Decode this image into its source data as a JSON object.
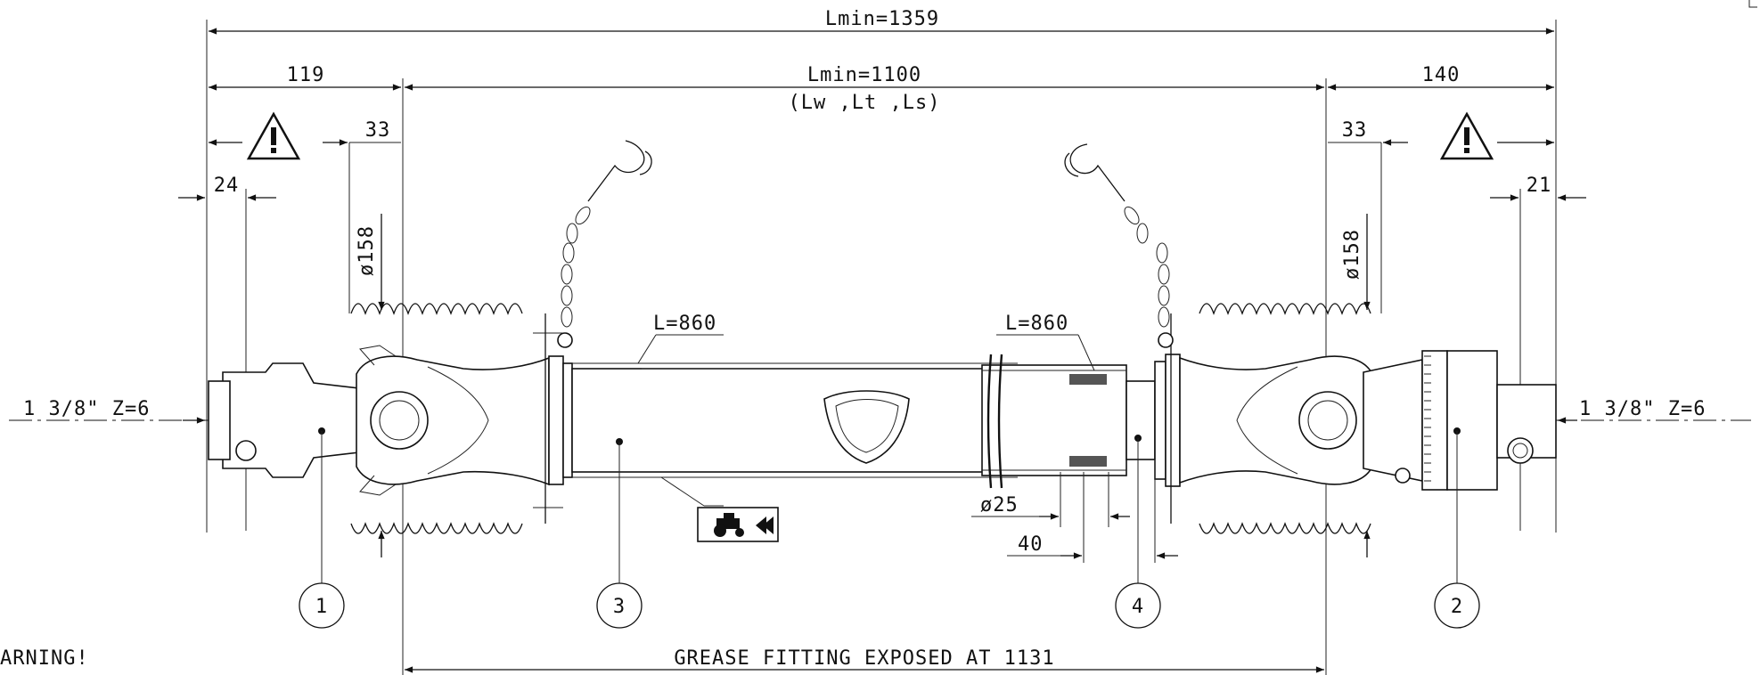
{
  "dimensions": {
    "overall_length": "Lmin=1359",
    "tube_length": "Lmin=1100",
    "tube_length_note": "(Lw ,Lt ,Ls)",
    "left_end": "119",
    "right_end": "140",
    "left_shield": "33",
    "right_shield": "33",
    "left_offset": "24",
    "right_offset": "21",
    "left_guard_diameter": "ø158",
    "right_guard_diameter": "ø158",
    "left_profile_length": "L=860",
    "right_profile_length": "L=860",
    "inner_diameter": "ø25",
    "bushing_length": "40"
  },
  "shafts": {
    "left_spec": "1 3/8\" Z=6",
    "right_spec": "1 3/8\" Z=6"
  },
  "parts": [
    "1",
    "3",
    "4",
    "2"
  ],
  "notes": {
    "grease": "GREASE FITTING EXPOSED AT 1131",
    "warning": "ARNING!"
  },
  "icons": {
    "warning": "warning-triangle-icon",
    "tractor": "tractor-direction-icon"
  }
}
